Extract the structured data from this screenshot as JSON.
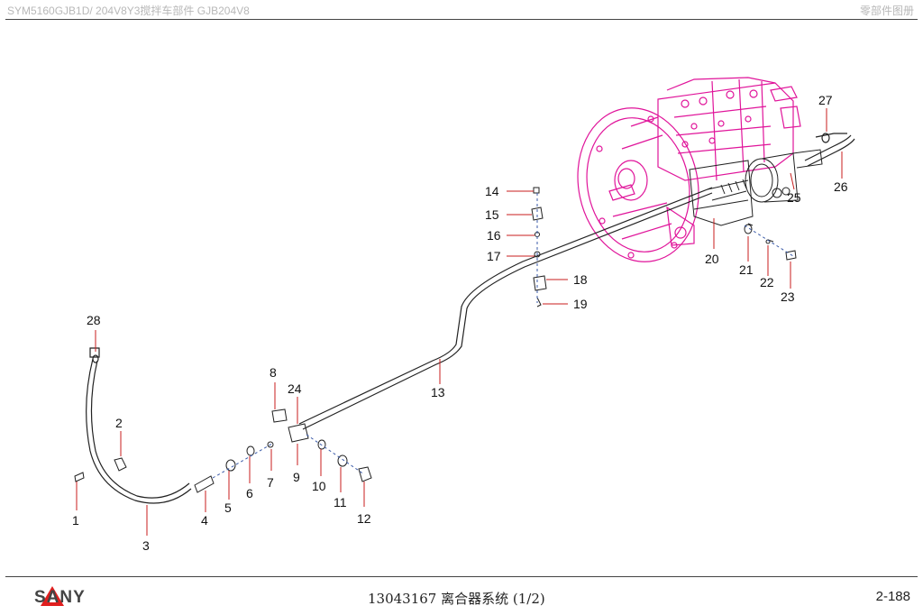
{
  "header": {
    "left": "SYM5160GJB1D/ 204V8Y3搅拌车部件 GJB204V8",
    "right": "零部件图册"
  },
  "footer": {
    "brand": "SANY",
    "title": "13043167  离合器系统  (1/2)",
    "page": "2-188"
  },
  "colors": {
    "engine_outline": "#e0149a",
    "lines": "#222222",
    "leader": "#c81e1e",
    "dashed": "#3a5aa8",
    "header_text": "#b8b8b8"
  },
  "callouts": [
    "1",
    "2",
    "3",
    "4",
    "5",
    "6",
    "7",
    "8",
    "9",
    "10",
    "11",
    "12",
    "13",
    "14",
    "15",
    "16",
    "17",
    "18",
    "19",
    "20",
    "21",
    "22",
    "23",
    "24",
    "25",
    "26",
    "27",
    "28"
  ]
}
